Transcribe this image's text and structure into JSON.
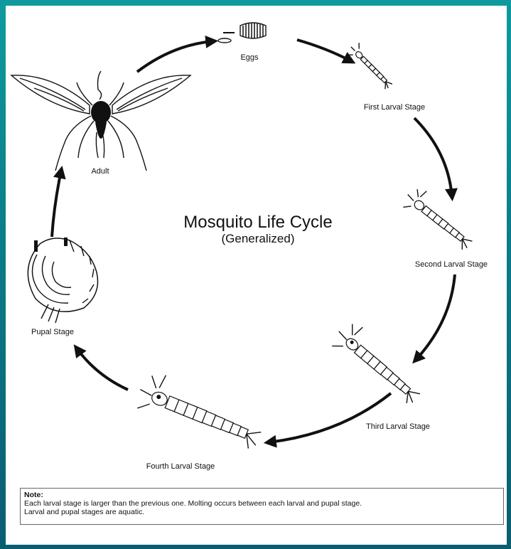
{
  "diagram": {
    "title": "Mosquito Life Cycle",
    "subtitle": "(Generalized)",
    "stages": {
      "eggs": "Eggs",
      "first_larval": "First Larval Stage",
      "second_larval": "Second Larval Stage",
      "third_larval": "Third Larval Stage",
      "fourth_larval": "Fourth Larval Stage",
      "pupal": "Pupal Stage",
      "adult": "Adult"
    }
  },
  "note": {
    "heading": "Note:",
    "line1": "Each larval stage is larger than the previous one.  Molting occurs between each larval and pupal stage.",
    "line2": "Larval and pupal stages are aquatic."
  },
  "colors": {
    "background": "#0b7f8c",
    "ink": "#111111"
  }
}
